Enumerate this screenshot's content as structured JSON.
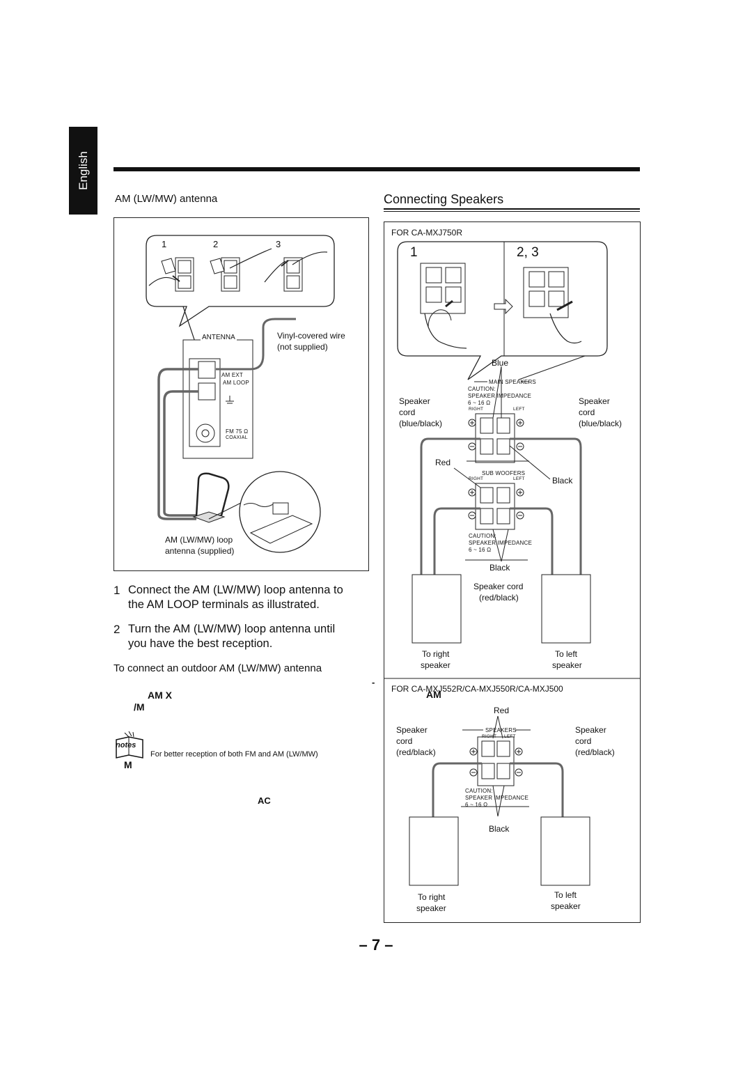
{
  "sidebar": {
    "language_tab": "English"
  },
  "am_section": {
    "heading": "AM (LW/MW) antenna",
    "callout_steps": [
      "1",
      "2",
      "3"
    ],
    "panel": {
      "antenna_label": "ANTENNA",
      "am_ext": "AM EXT",
      "am_loop": "AM LOOP",
      "fm_75": "FM 75 Ω",
      "coaxial": "COAXIAL"
    },
    "vinyl_wire": [
      "Vinyl-covered wire",
      "(not supplied)"
    ],
    "loop_antenna": [
      "AM (LW/MW) loop",
      "antenna (supplied)"
    ],
    "steps": [
      {
        "num": "1",
        "lines": [
          "Connect the AM (LW/MW) loop antenna to",
          "the AM LOOP terminals as illustrated."
        ]
      },
      {
        "num": "2",
        "lines": [
          "Turn the AM (LW/MW) loop antenna until",
          "you have the best reception."
        ]
      }
    ],
    "outdoor_heading": "To connect an outdoor AM (LW/MW) antenna",
    "fragments": {
      "am_x": "AM   X",
      "slash_m": "/M",
      "m": "M",
      "ac": "AC",
      "dash": "-"
    },
    "notes_icon_text": "notes",
    "notes_text": "For better reception of both FM and AM (LW/MW)"
  },
  "speakers_section": {
    "heading": "Connecting Speakers",
    "model_750": "FOR CA-MXJ750R",
    "callout_step_1": "1",
    "callout_step_23": "2, 3",
    "blue": "Blue",
    "red": "Red",
    "black": "Black",
    "main_speakers": "MAIN SPEAKERS",
    "sub_woofers": "SUB WOOFERS",
    "speakers": "SPEAKERS",
    "caution": "CAUTION:",
    "speaker_impedance": "SPEAKER IMPEDANCE",
    "impedance_value": "6 ~ 16 Ω",
    "right": "RIGHT",
    "left": "LEFT",
    "speaker_cord_blue": [
      "Speaker",
      "cord",
      "(blue/black)"
    ],
    "speaker_cord_redblack": [
      "Speaker cord",
      "(red/black)"
    ],
    "speaker_cord_red": [
      "Speaker",
      "cord",
      "(red/black)"
    ],
    "to_right": [
      "To right",
      "speaker"
    ],
    "to_left": [
      "To left",
      "speaker"
    ],
    "model_552": "FOR CA-MXJ552R/CA-MXJ550R/CA-MXJ500",
    "overlap_am": "AM"
  },
  "footer": {
    "page_number": "– 7 –"
  }
}
